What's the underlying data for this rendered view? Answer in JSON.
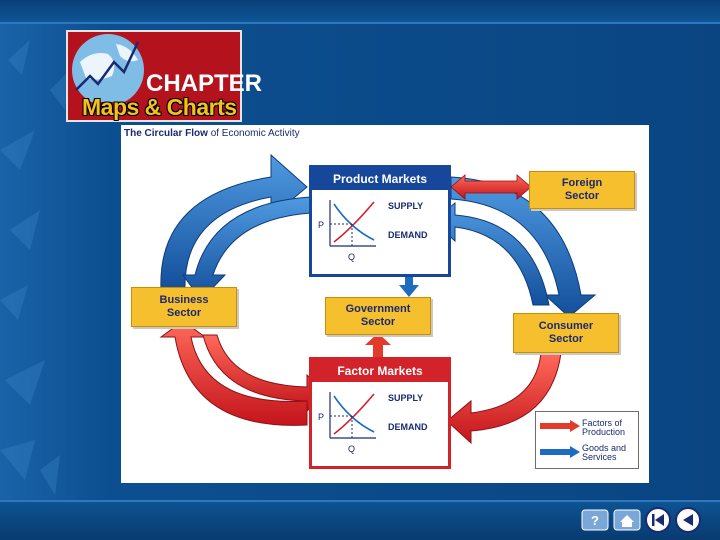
{
  "header": {
    "logo_line1": "CHAPTER",
    "logo_line2": "Maps & Charts"
  },
  "figure": {
    "title_bold": "The Circular Flow",
    "title_rest": "of Economic Activity",
    "product_markets": {
      "title": "Product Markets",
      "supply": "SUPPLY",
      "demand": "DEMAND",
      "p": "P",
      "q": "Q"
    },
    "factor_markets": {
      "title": "Factor Markets",
      "supply": "SUPPLY",
      "demand": "DEMAND",
      "p": "P",
      "q": "Q"
    },
    "nodes": {
      "foreign": "Foreign Sector",
      "business": "Business Sector",
      "government": "Government Sector",
      "consumer": "Consumer Sector"
    },
    "legend": {
      "factors": "Factors of Production",
      "goods": "Goods and Services"
    }
  },
  "colors": {
    "background": "#0b4b8c",
    "product_header": "#16479a",
    "factor_header": "#d2232a",
    "box_fill": "#f6bf2d",
    "red_arrow": "#e23b2b",
    "blue_arrow": "#1e6cc2"
  },
  "navigation": {
    "buttons": [
      "help-icon",
      "home-icon",
      "first-slide-icon",
      "previous-slide-icon"
    ]
  }
}
